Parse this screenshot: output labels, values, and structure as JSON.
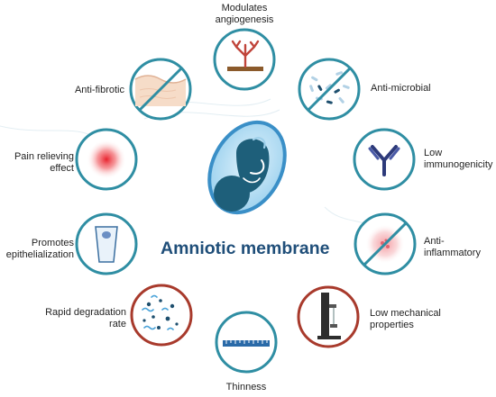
{
  "title": "Amniotic membrane",
  "properties": {
    "modulates_angiogenesis": "Modulates angiogenesis",
    "anti_microbial": "Anti-microbial",
    "low_immunogenicity": "Low immunogenicity",
    "anti_inflammatory": "Anti-inflammatory",
    "low_mechanical_properties": "Low mechanical properties",
    "thinness": "Thinness",
    "rapid_degradation_rate": "Rapid degradation rate",
    "promotes_epithelialization": "Promotes epithelialization",
    "pain_relieving_effect": "Pain relieving effect",
    "anti_fibrotic": "Anti-fibrotic"
  },
  "colors": {
    "teal_ring": "#2f8ea3",
    "red_ring": "#a83a2c",
    "title": "#1f4e79",
    "fetus_dark": "#1e5f7a",
    "fetus_light": "#3ea0d3"
  },
  "icons": {
    "modulates_angiogenesis": "blood-vessel-icon",
    "anti_microbial": "bacteria-icon",
    "low_immunogenicity": "antibody-icon",
    "anti_inflammatory": "inflammation-icon",
    "low_mechanical_properties": "tensile-tester-icon",
    "thinness": "ruler-icon",
    "rapid_degradation_rate": "particles-icon",
    "promotes_epithelialization": "epithelial-cell-icon",
    "pain_relieving_effect": "pain-spot-icon",
    "anti_fibrotic": "skin-tissue-icon"
  }
}
